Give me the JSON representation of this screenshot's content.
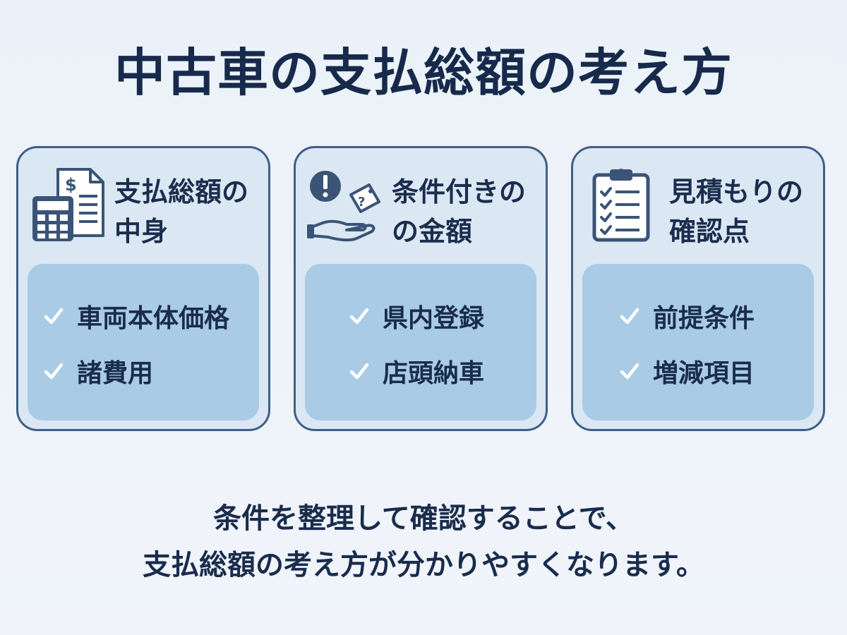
{
  "title": "中古車の支払総額の考え方",
  "cards": [
    {
      "icon": "calculator-receipt-icon",
      "heading": [
        "支払総額の",
        "中身"
      ],
      "items": [
        "車両本体価格",
        "諸費用"
      ]
    },
    {
      "icon": "hand-price-tag-alert-icon",
      "heading": [
        "条件付きの",
        "の金額"
      ],
      "items": [
        "県内登録",
        "店頭納車"
      ]
    },
    {
      "icon": "clipboard-checklist-icon",
      "heading": [
        "見積もりの",
        "確認点"
      ],
      "items": [
        "前提条件",
        "増減項目"
      ]
    }
  ],
  "footer": [
    "条件を整理して確認することで、",
    "支払総額の考え方が分かりやすくなります。"
  ],
  "colors": {
    "background": "#eaf1f8",
    "card_fill": "#dbe7f2",
    "card_border": "#3f5f87",
    "inner_panel": "#a9cbe5",
    "text": "#1a2c4c",
    "icon": "#3a5478"
  }
}
